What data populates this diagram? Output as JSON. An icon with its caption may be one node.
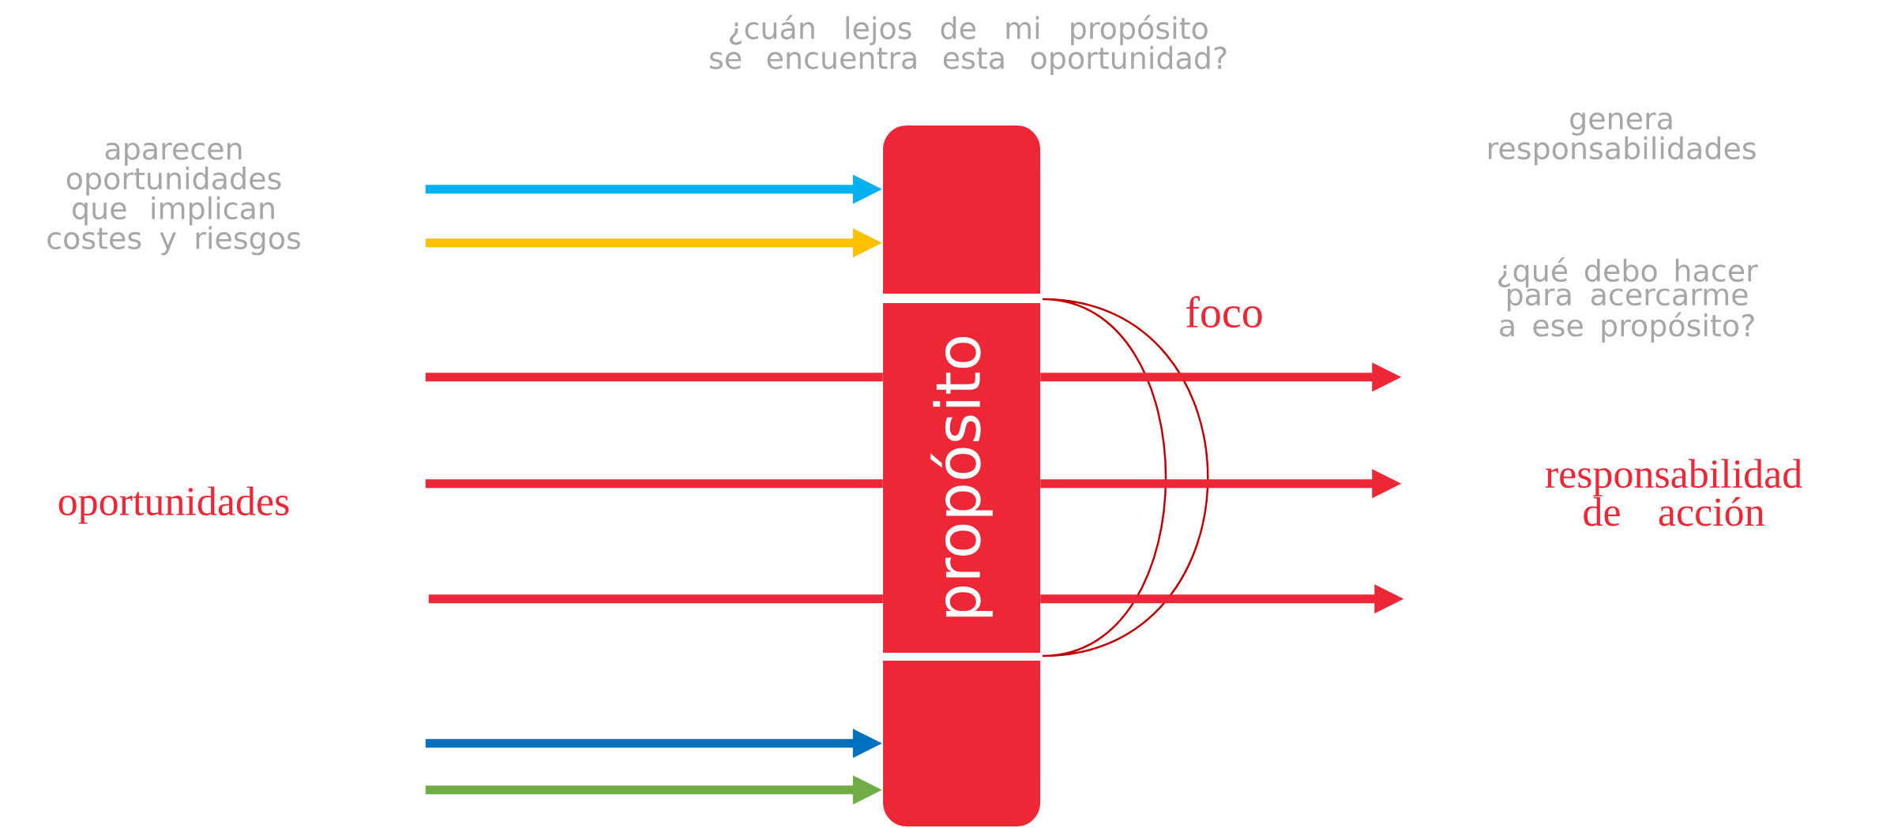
{
  "diagram": {
    "title": "¿cuán lejos de mi propósito se encuentra esta oportunidad?",
    "nodes": [
      {
        "text": [],
        "shape": "box"
      },
      {
        "text": [
          "propósito"
        ]
      },
      {
        "text": [],
        "shape": "box"
      },
      {
        "text": [],
        "shape": "crescent",
        "beside": [
          "foco"
        ]
      }
    ],
    "edges": [
      {
        "from": null,
        "to": 0,
        "arrow": "to",
        "color": "#00b0f0"
      },
      {
        "from": null,
        "to": 0,
        "arrow": "to",
        "color": "#ffc000"
      },
      {
        "from": null,
        "to": 1,
        "arrow": "none"
      },
      {
        "from": 1,
        "to": null,
        "arrow": "to"
      },
      {
        "from": null,
        "to": 1,
        "arrow": "none"
      },
      {
        "from": 1,
        "to": null,
        "arrow": "to"
      },
      {
        "from": null,
        "to": 1,
        "arrow": "none"
      },
      {
        "from": 1,
        "to": null,
        "arrow": "to"
      },
      {
        "from": null,
        "to": 2,
        "arrow": "to",
        "color": "#0070c0"
      },
      {
        "from": null,
        "to": 2,
        "arrow": "to",
        "color": "#70ad47"
      }
    ],
    "labels": [
      "aparecen oportunidades que implican costes y riesgos",
      "oportunidades",
      "genera responsabilidades",
      "¿qué debo hacer para acercarme a ese propósito?",
      "responsabilidad de acción"
    ]
  }
}
